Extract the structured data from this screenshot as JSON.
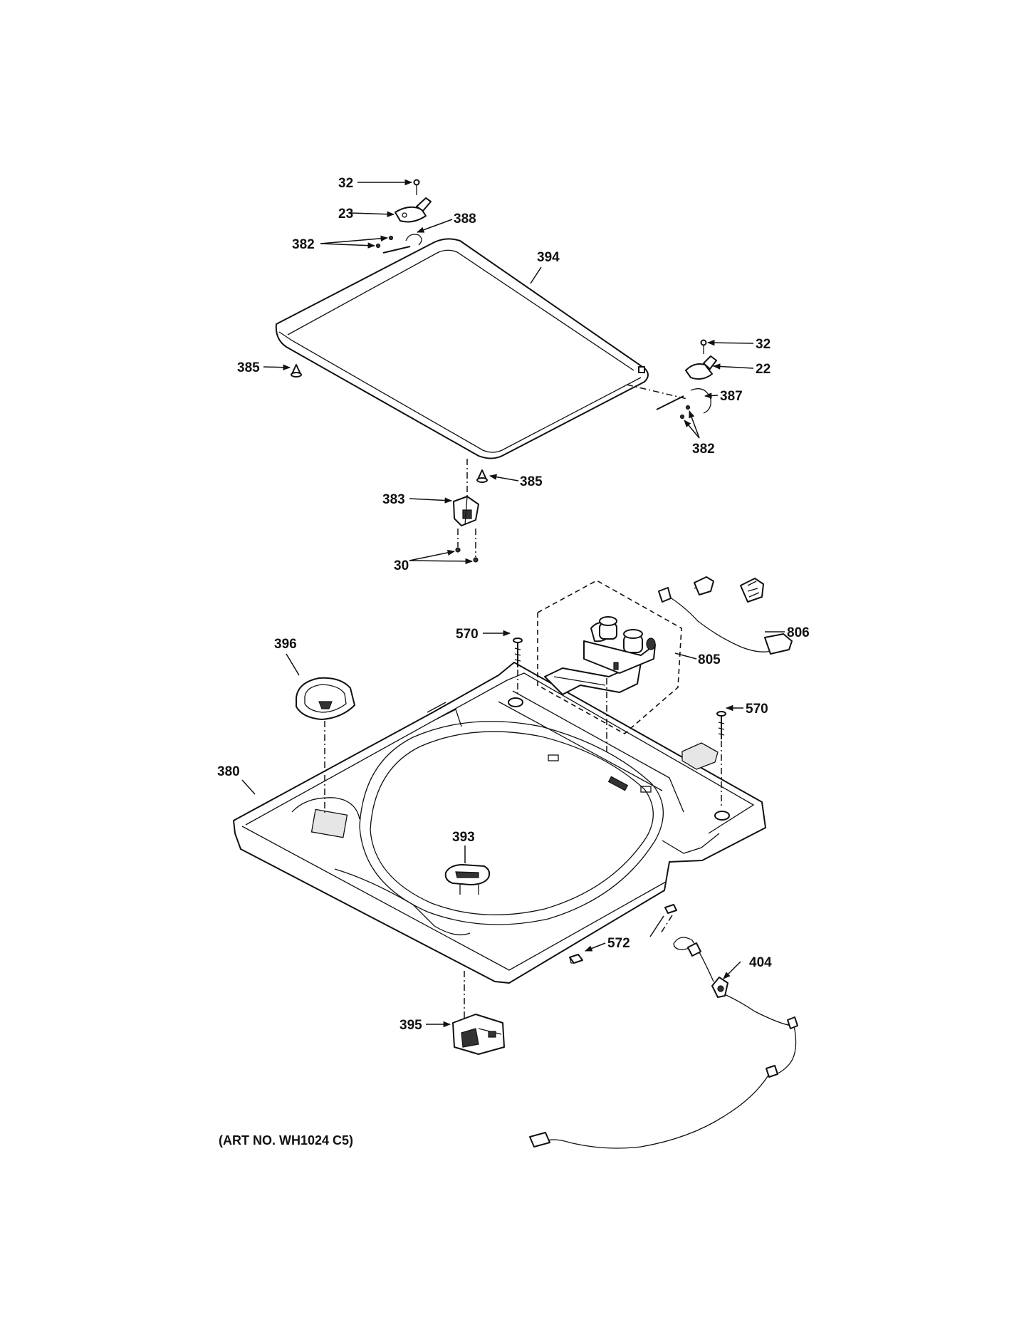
{
  "callouts": {
    "c32a": "32",
    "c23": "23",
    "c388": "388",
    "c382a": "382",
    "c394": "394",
    "c32b": "32",
    "c22": "22",
    "c387": "387",
    "c382b": "382",
    "c385a": "385",
    "c385b": "385",
    "c383": "383",
    "c30": "30",
    "c396": "396",
    "c570a": "570",
    "c805": "805",
    "c806": "806",
    "c570b": "570",
    "c380": "380",
    "c393": "393",
    "c572": "572",
    "c404": "404",
    "c395": "395"
  },
  "caption": "(ART NO. WH1024 C5)"
}
